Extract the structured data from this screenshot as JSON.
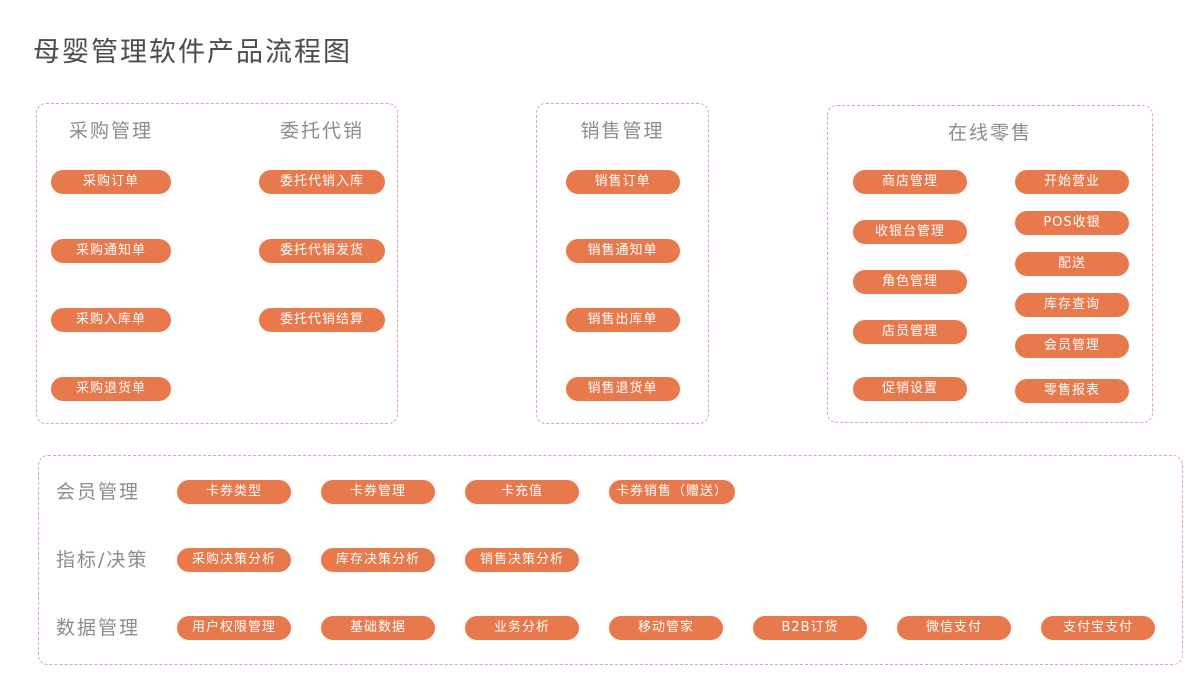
{
  "page": {
    "title": "母婴管理软件产品流程图"
  },
  "colors": {
    "accent": "#e8794c",
    "dashed_border": "#e3a78c",
    "heading_text": "#4c4c4c",
    "label_text": "#8c8c8c",
    "pill_text": "#ffffff"
  },
  "purchase_box": {
    "columns": [
      {
        "header": "采购管理",
        "pills": [
          "采购订单",
          "采购通知单",
          "采购入库单",
          "采购退货单"
        ]
      },
      {
        "header": "委托代销",
        "pills": [
          "委托代销入库",
          "委托代销发货",
          "委托代销结算"
        ]
      }
    ]
  },
  "sales_box": {
    "header": "销售管理",
    "pills": [
      "销售订单",
      "销售通知单",
      "销售出库单",
      "销售退货单"
    ]
  },
  "retail_box": {
    "header": "在线零售",
    "left_pills": [
      "商店管理",
      "收银台管理",
      "角色管理",
      "店员管理",
      "促销设置"
    ],
    "right_pills": [
      "开始营业",
      "POS收银",
      "配送",
      "库存查询",
      "会员管理",
      "零售报表"
    ]
  },
  "bottom_box": {
    "rows": [
      {
        "label": "会员管理",
        "pills": [
          "卡券类型",
          "卡券管理",
          "卡充值",
          "卡券销售（赠送）"
        ]
      },
      {
        "label": "指标/决策",
        "pills": [
          "采购决策分析",
          "库存决策分析",
          "销售决策分析"
        ]
      },
      {
        "label": "数据管理",
        "pills": [
          "用户权限管理",
          "基础数据",
          "业务分析",
          "移动管家",
          "B2B订货",
          "微信支付",
          "支付宝支付"
        ]
      }
    ]
  }
}
